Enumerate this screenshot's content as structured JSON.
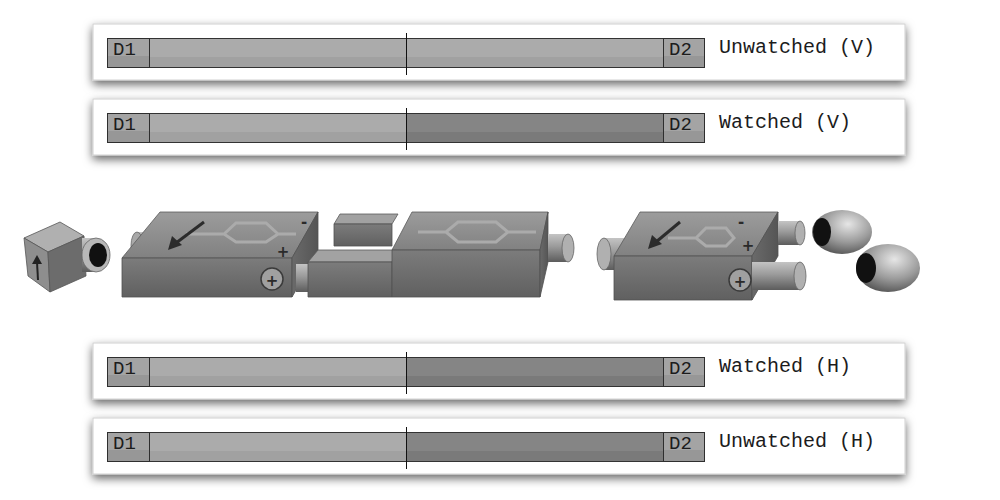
{
  "diagram": {
    "nodes": [
      {
        "text": [
          "Unwatched (V)"
        ]
      },
      {
        "text": [
          "D1"
        ],
        "in": 0
      },
      {
        "text": [
          "D2"
        ],
        "in": 0
      },
      {
        "text": [
          "Watched (V)"
        ]
      },
      {
        "text": [
          "D1"
        ],
        "in": 3
      },
      {
        "text": [
          "D2"
        ],
        "in": 3
      },
      {
        "text": [
          "Watched (H)"
        ]
      },
      {
        "text": [
          "D1"
        ],
        "in": 6
      },
      {
        "text": [
          "D2"
        ],
        "in": 6
      },
      {
        "text": [
          "Unwatched (H)"
        ]
      },
      {
        "text": [
          "D1"
        ],
        "in": 9
      },
      {
        "text": [
          "D2"
        ],
        "in": 9
      }
    ],
    "labels": [
      "-",
      "+",
      "+",
      "-",
      "+",
      "+"
    ]
  }
}
